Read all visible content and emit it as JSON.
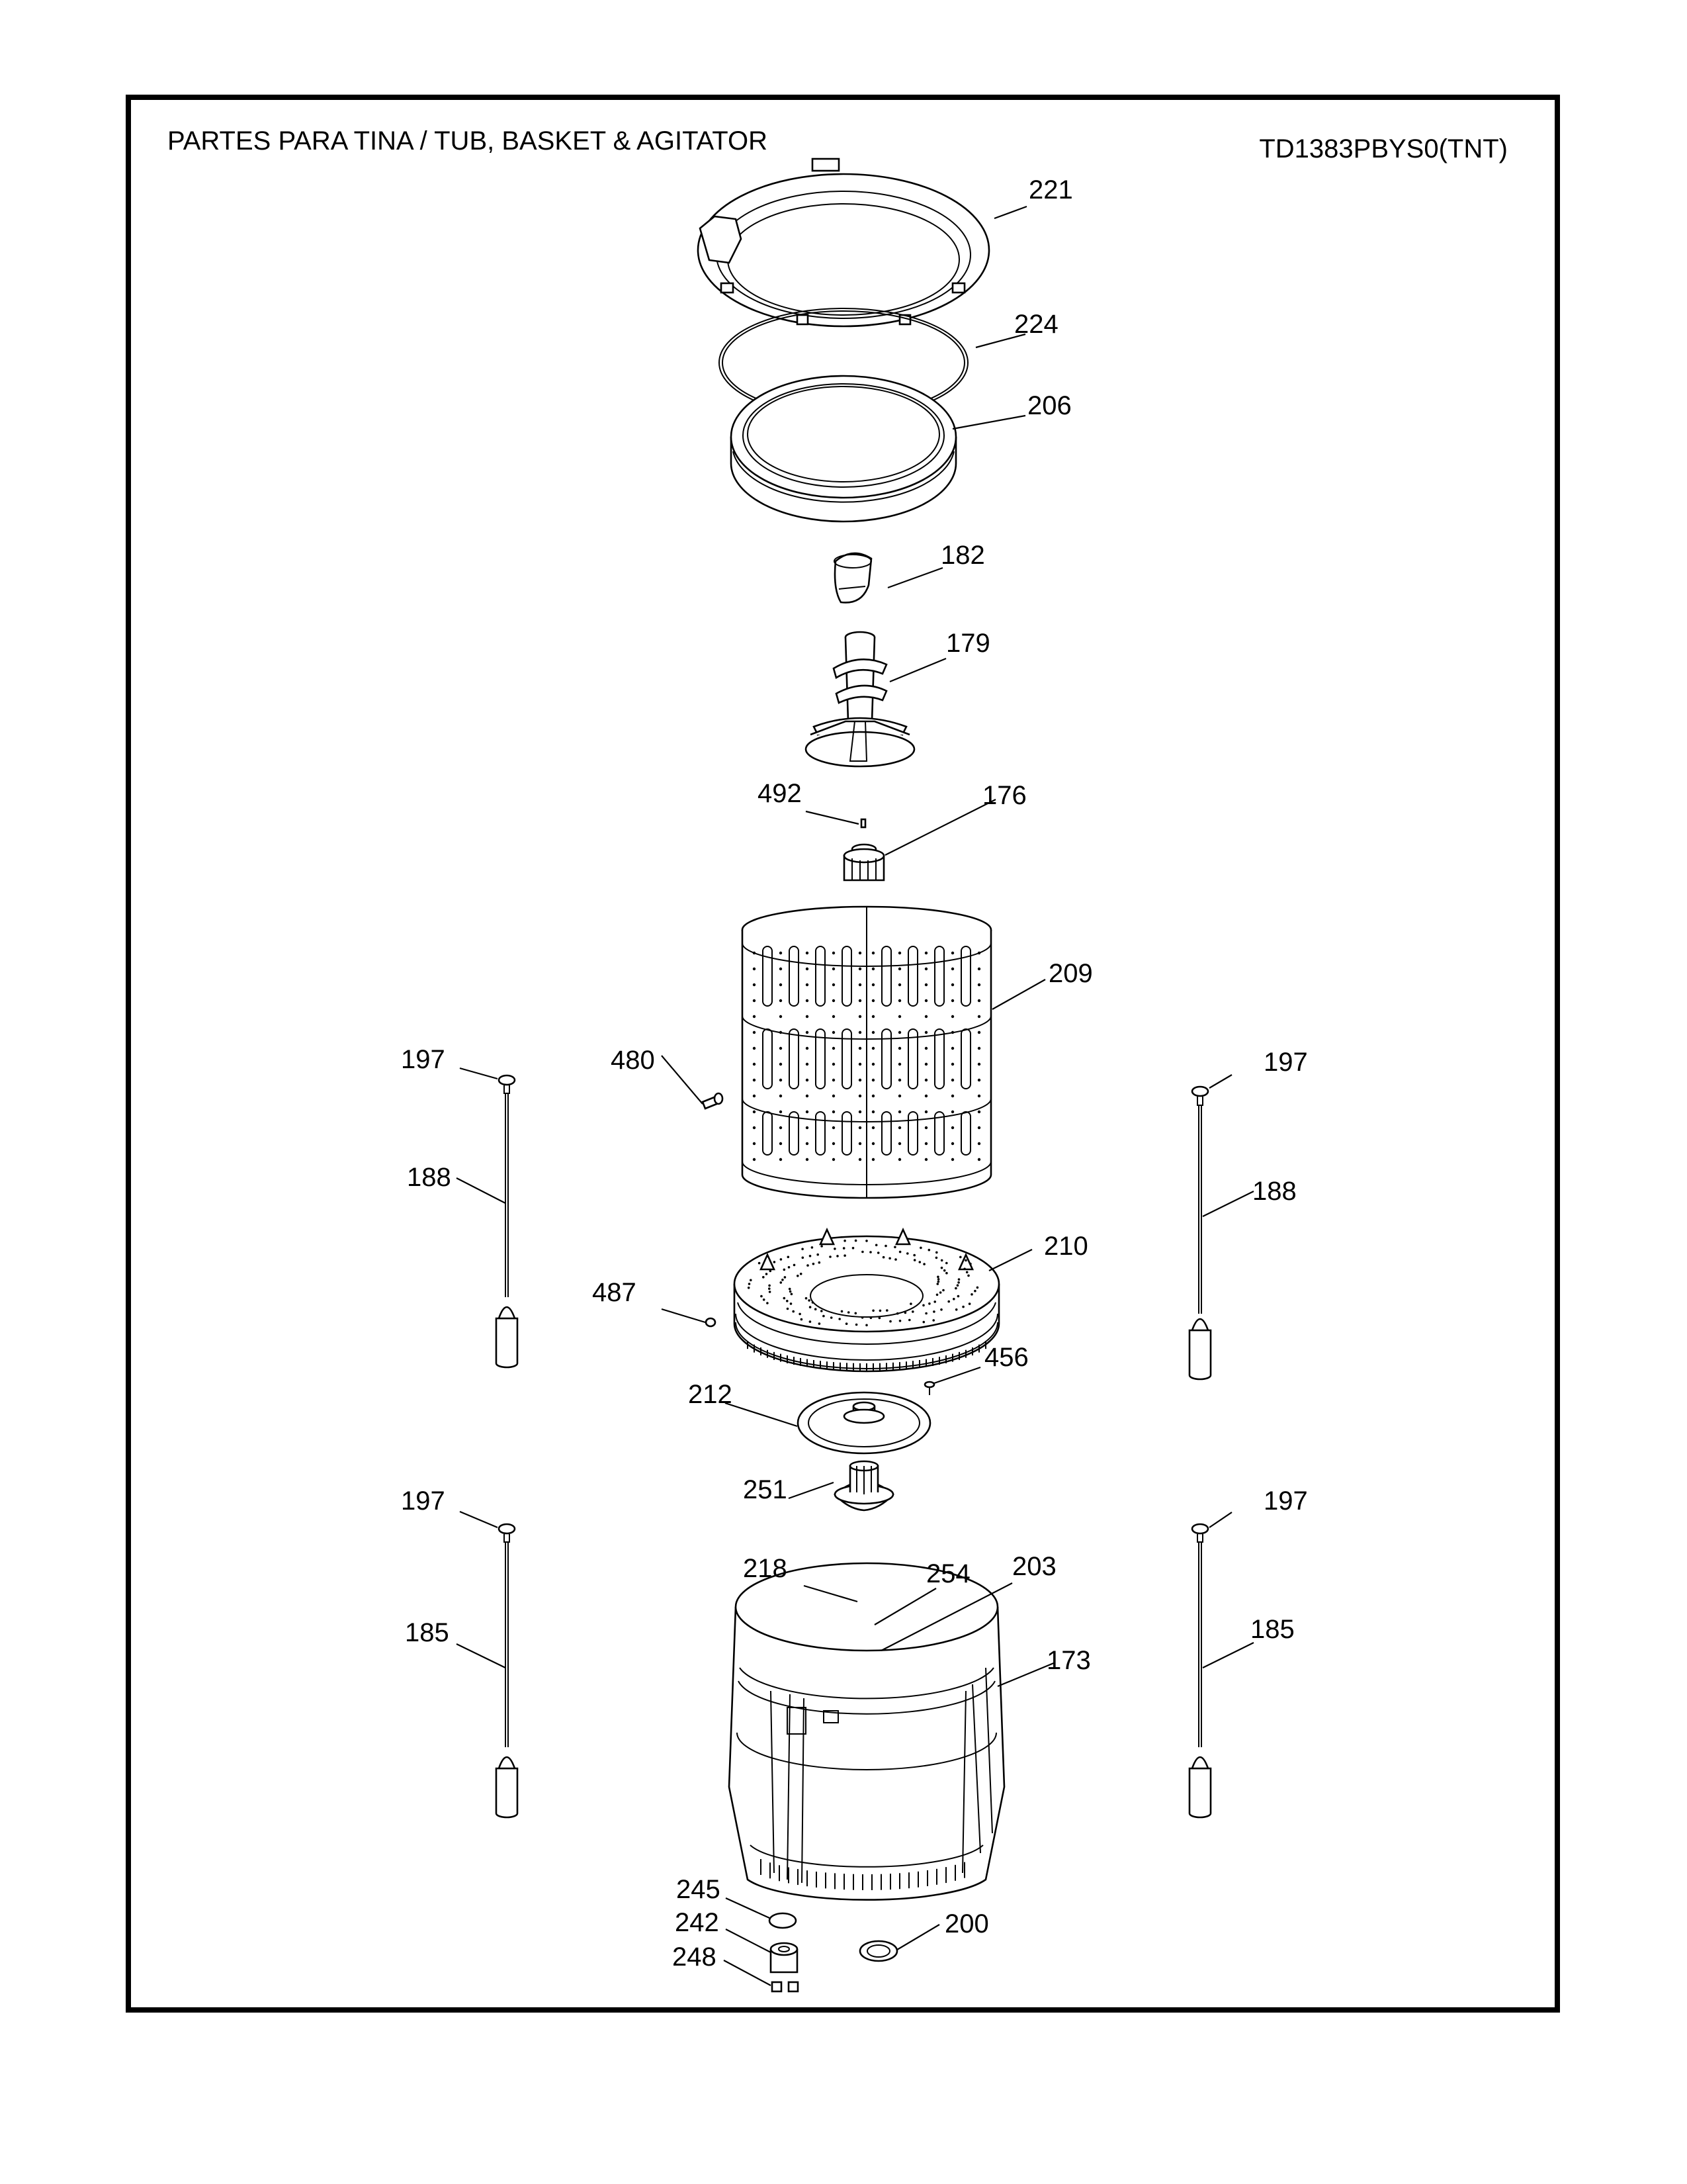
{
  "header": {
    "title": "PARTES PARA TINA  /  TUB, BASKET & AGITATOR",
    "model": "TD1383PBYS0(TNT)"
  },
  "callouts": {
    "c221": "221",
    "c224": "224",
    "c206": "206",
    "c182": "182",
    "c179": "179",
    "c492": "492",
    "c176": "176",
    "c209": "209",
    "c480": "480",
    "c197_tl": "197",
    "c197_tr": "197",
    "c188_l": "188",
    "c188_r": "188",
    "c210": "210",
    "c487": "487",
    "c456": "456",
    "c212": "212",
    "c251": "251",
    "c197_bl": "197",
    "c197_br": "197",
    "c218": "218",
    "c254": "254",
    "c203": "203",
    "c185_l": "185",
    "c185_r": "185",
    "c173": "173",
    "c245": "245",
    "c242": "242",
    "c248": "248",
    "c200": "200"
  }
}
